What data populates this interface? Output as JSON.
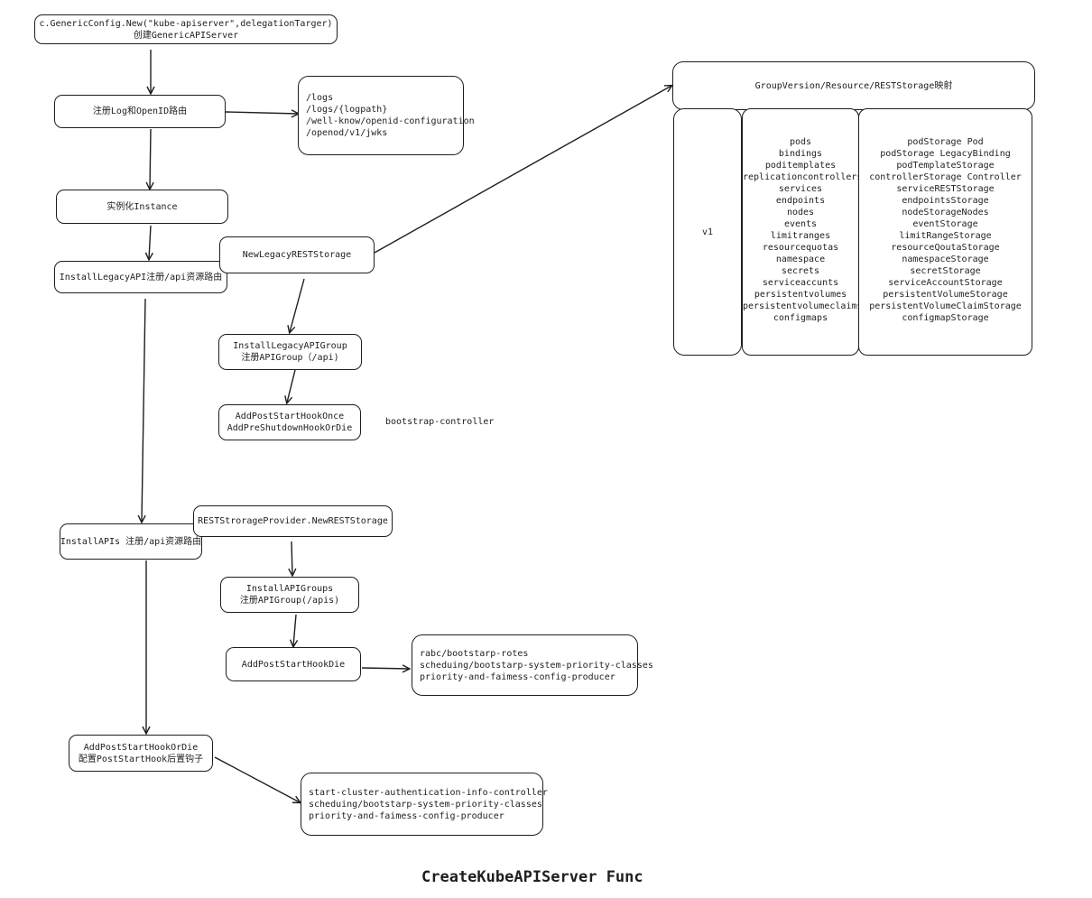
{
  "nodes": {
    "generic_config": [
      "c.GenericConfig.New(\"kube-apiserver\",delegationTarger)",
      "创建GenericAPIServer"
    ],
    "register_log": [
      "注册Log和OpenID路由"
    ],
    "log_routes": [
      "/logs",
      "/logs/{logpath}",
      "/well-know/openid-configuration",
      "/openod/v1/jwks"
    ],
    "instance": [
      "实例化Instance"
    ],
    "install_legacy_api": [
      "InstallLegacyAPI注册/api资源路由"
    ],
    "new_legacy_rest_storage": [
      "NewLegacyRESTStorage"
    ],
    "install_legacy_api_group": [
      "InstallLegacyAPIGroup",
      "注册APIGroup（/api)"
    ],
    "post_start_hook_once": [
      "AddPostStartHookOnce",
      "AddPreShutdownHookOrDie"
    ],
    "install_apis": [
      "InstallAPIs 注册/api资源路由"
    ],
    "rest_storage_provider": [
      "RESTStrorageProvider.NewRESTStorage"
    ],
    "install_api_groups": [
      "InstallAPIGroups",
      "注册APIGroup(/apis)"
    ],
    "add_post_start_hook_die": [
      "AddPostStartHookDie"
    ],
    "hook_die_list": [
      "rabc/bootstarp-rotes",
      "scheduing/bootstarp-system-priority-classes",
      "priority-and-faimess-config-producer"
    ],
    "add_post_start_hook_or_die": [
      "AddPostStartHookOrDie",
      "配置PostStartHook后置钩子"
    ],
    "or_die_list": [
      "start-cluster-authentication-info-controller",
      "scheduing/bootstarp-system-priority-classes",
      "priority-and-faimess-config-producer"
    ]
  },
  "bootstrap_label": "bootstrap-controller",
  "table": {
    "header": "GroupVersion/Resource/RESTStorage映射",
    "version": "v1",
    "resources": [
      "pods",
      "bindings",
      "poditemplates",
      "replicationcontrollers",
      "services",
      "endpoints",
      "nodes",
      "events",
      "limitranges",
      "resourcequotas",
      "namespace",
      "secrets",
      "serviceaccunts",
      "persistentvolumes",
      "persistentvolumeclaims",
      "configmaps"
    ],
    "storages": [
      "podStorage Pod",
      "podStorage LegacyBinding",
      "podTemplateStorage",
      "controllerStorage Controller",
      "serviceRESTStorage",
      "endpointsStorage",
      "nodeStorageNodes",
      "eventStorage",
      "limitRangeStorage",
      "resourceQoutaStorage",
      "namespaceStorage",
      "secretStorage",
      "serviceAccountStorage",
      "persistentVolumeStorage",
      "persistentVolumeClaimStorage",
      "configmapStorage"
    ]
  },
  "title": "CreateKubeAPIServer Func"
}
